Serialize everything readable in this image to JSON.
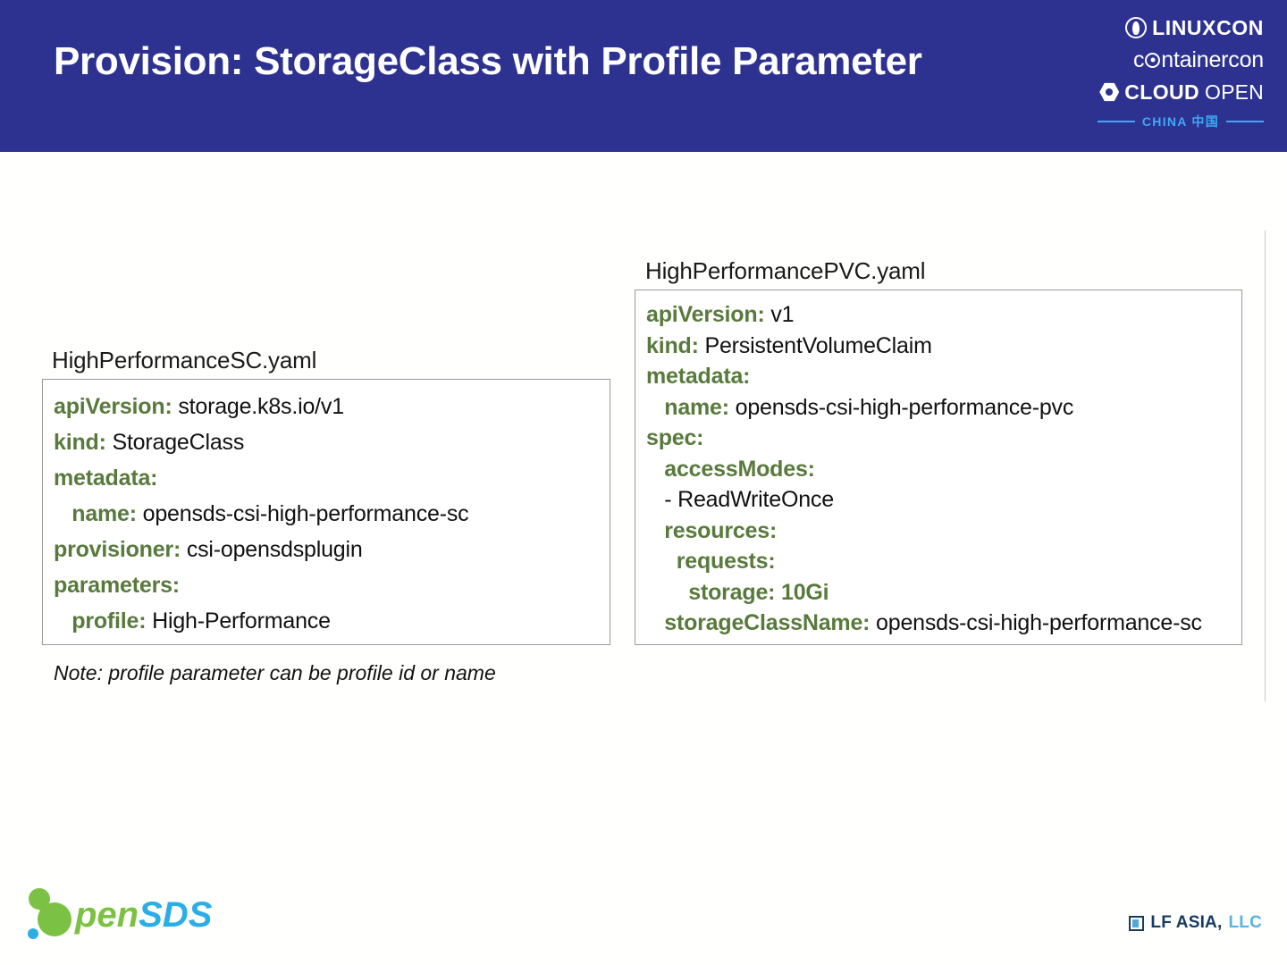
{
  "header": {
    "title": "Provision: StorageClass with Profile Parameter",
    "band_color": "#2D3291",
    "title_color": "#ffffff",
    "event_logo": {
      "linuxcon": "LINUXCON",
      "containercon_pre": "c",
      "containercon_post": "ntainercon",
      "cloud": "CLOUD",
      "open": "OPEN",
      "region": "CHINA 中国",
      "region_color": "#3FA9F5",
      "penguin_icon": "penguin-icon",
      "target_icon": "target-circle-icon",
      "hex_icon": "hexagon-icon"
    }
  },
  "main": {
    "divider_color": "#c9c9c9",
    "key_color": "#587A3C",
    "value_color": "#111111",
    "box_border_color": "#9a9a9a",
    "storage_class_card": {
      "caption": "HighPerformanceSC.yaml",
      "lines": [
        {
          "indent": 0,
          "key": "apiVersion:",
          "value": " storage.k8s.io/v1",
          "value_style": "plain"
        },
        {
          "indent": 0,
          "key": "kind:",
          "value": " StorageClass",
          "value_style": "plain"
        },
        {
          "indent": 0,
          "key": "metadata:",
          "value": "",
          "value_style": "plain"
        },
        {
          "indent": 1,
          "key": "name:",
          "value": " opensds-csi-high-performance-sc",
          "value_style": "plain"
        },
        {
          "indent": 0,
          "key": "provisioner:",
          "value": " csi-opensdsplugin",
          "value_style": "plain"
        },
        {
          "indent": 0,
          "key": "parameters:",
          "value": "",
          "value_style": "plain"
        },
        {
          "indent": 1,
          "key": "profile:",
          "value": " High-Performance",
          "value_style": "plain"
        }
      ]
    },
    "pvc_card": {
      "caption": "HighPerformancePVC.yaml",
      "lines": [
        {
          "indent": 0,
          "key": "apiVersion:",
          "value": " v1",
          "value_style": "plain"
        },
        {
          "indent": 0,
          "key": "kind:",
          "value": " PersistentVolumeClaim",
          "value_style": "plain"
        },
        {
          "indent": 0,
          "key": "metadata:",
          "value": "",
          "value_style": "plain"
        },
        {
          "indent": 1,
          "key": "name:",
          "value": " opensds-csi-high-performance-pvc",
          "value_style": "plain"
        },
        {
          "indent": 0,
          "key": "spec:",
          "value": "",
          "value_style": "plain"
        },
        {
          "indent": 1,
          "key": "accessModes:",
          "value": "",
          "value_style": "plain"
        },
        {
          "indent": 1,
          "key": "",
          "value": "- ReadWriteOnce",
          "value_style": "plain"
        },
        {
          "indent": 1,
          "key": "resources:",
          "value": "",
          "value_style": "plain"
        },
        {
          "indent": 2,
          "key": "requests:",
          "value": "",
          "value_style": "plain"
        },
        {
          "indent": 3,
          "key": "storage:",
          "value": " 10Gi",
          "value_style": "green"
        },
        {
          "indent": 1,
          "key": "storageClassName:",
          "value": " opensds-csi-high-performance-sc",
          "value_style": "plain"
        }
      ]
    },
    "note": "Note: profile parameter can be profile id or name"
  },
  "footer": {
    "opensds": {
      "pen": "pen",
      "sds": "SDS",
      "green": "#7BC143",
      "blue": "#2BADE5"
    },
    "lf_asia": {
      "primary": "LF ASIA,",
      "secondary": "LLC",
      "primary_color": "#173B61",
      "secondary_color": "#5BB2E0",
      "mark_icon": "lf-square-icon"
    }
  }
}
